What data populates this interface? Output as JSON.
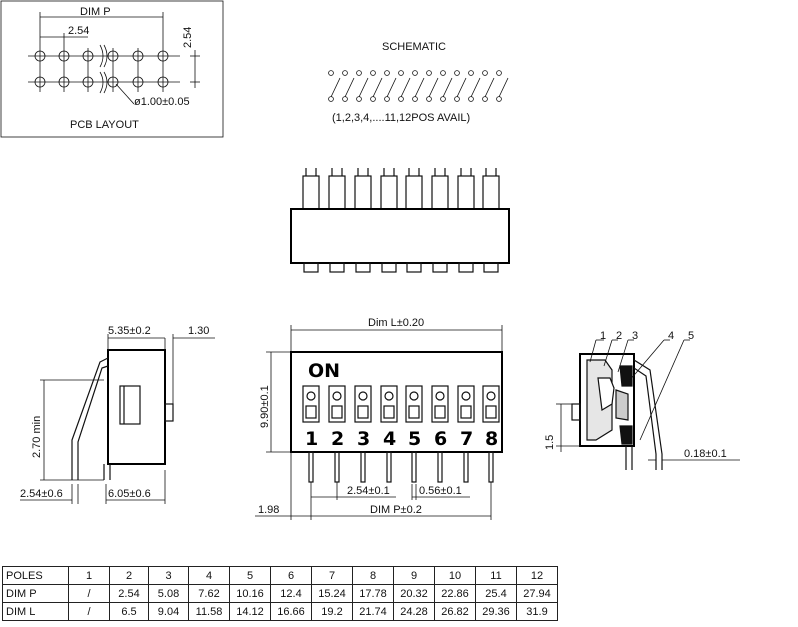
{
  "pcb_layout": {
    "label": "PCB LAYOUT",
    "dim_p": "DIM  P",
    "pitch_h": "2.54",
    "pitch_v": "2.54",
    "hole": "ø1.00±0.05"
  },
  "schematic": {
    "title": "SCHEMATIC",
    "note": "(1,2,3,4,....11,12POS  AVAIL)"
  },
  "side_view": {
    "dim_top": "5.35±0.2",
    "dim_top_right": "1.30",
    "dim_height": "2.70 min",
    "dim_bottom_left": "2.54±0.6",
    "dim_bottom_right": "6.05±0.6"
  },
  "front_view": {
    "dim_length": "Dim L±0.20",
    "dim_height": "9.90±0.1",
    "on_label": "ON",
    "numbers": [
      "1",
      "2",
      "3",
      "4",
      "5",
      "6",
      "7",
      "8"
    ],
    "pitch": "2.54±0.1",
    "pin_width": "0.56±0.1",
    "offset": "1.98",
    "dim_p": "DIM  P±0.2"
  },
  "section_view": {
    "callouts": [
      "1",
      "2",
      "3",
      "4",
      "5"
    ],
    "dim_left": "1.5",
    "dim_pin": "0.18±0.1"
  },
  "table": {
    "rows": [
      [
        "POLES",
        "1",
        "2",
        "3",
        "4",
        "5",
        "6",
        "7",
        "8",
        "9",
        "10",
        "11",
        "12"
      ],
      [
        "DIM  P",
        "/",
        "2.54",
        "5.08",
        "7.62",
        "10.16",
        "12.4",
        "15.24",
        "17.78",
        "20.32",
        "22.86",
        "25.4",
        "27.94"
      ],
      [
        "DIM  L",
        "/",
        "6.5",
        "9.04",
        "11.58",
        "14.12",
        "16.66",
        "19.2",
        "21.74",
        "24.28",
        "26.82",
        "29.36",
        "31.9"
      ]
    ]
  }
}
